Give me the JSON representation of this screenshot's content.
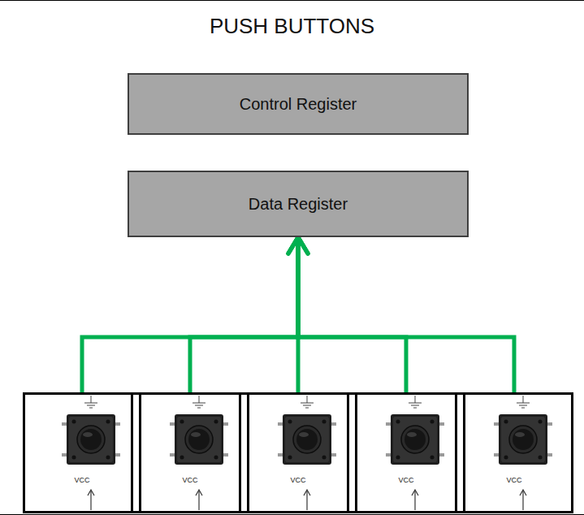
{
  "diagram": {
    "nodes": [
      {
        "text": [
          "PUSH BUTTONS"
        ]
      },
      {
        "text": [
          "Control Register"
        ],
        "in": 0
      },
      {
        "text": [
          "Data Register"
        ],
        "in": 0
      },
      {
        "text": [
          "VCC"
        ],
        "in": 0
      },
      {
        "text": [
          "VCC"
        ],
        "in": 0
      },
      {
        "text": [
          "VCC"
        ],
        "in": 0
      },
      {
        "text": [
          "VCC"
        ],
        "in": 0
      },
      {
        "text": [
          "VCC"
        ],
        "in": 0
      }
    ],
    "edges": [
      {
        "from": 3,
        "to": 2,
        "arrow": "to"
      },
      {
        "from": 4,
        "to": 2,
        "arrow": "to"
      },
      {
        "from": 5,
        "to": 2,
        "arrow": "to"
      },
      {
        "from": 6,
        "to": 2,
        "arrow": "to"
      },
      {
        "from": 7,
        "to": 2,
        "arrow": "to"
      }
    ]
  }
}
